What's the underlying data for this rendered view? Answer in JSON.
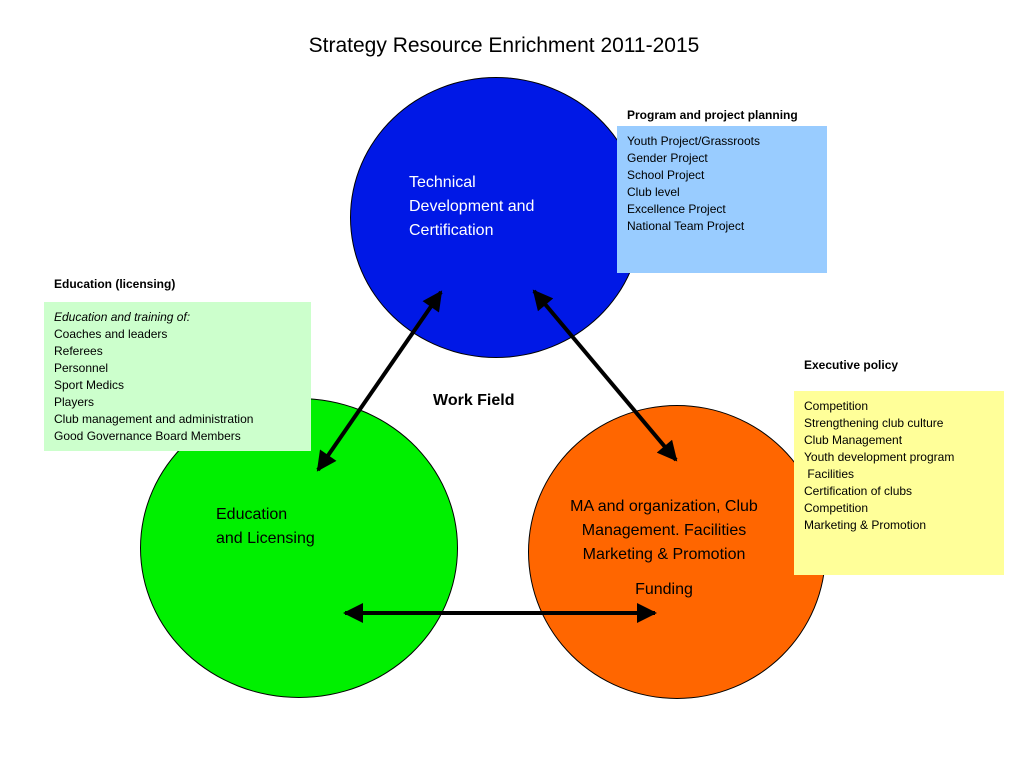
{
  "title": "Strategy Resource Enrichment 2011-2015",
  "center_label": "Work Field",
  "circles": {
    "technical": {
      "label": "Technical\nDevelopment and\nCertification",
      "color": "#0018e6"
    },
    "education": {
      "label": "Education\nand Licensing",
      "color": "#00f000"
    },
    "ma": {
      "label": "MA and organization, Club\nManagement. Facilities\nMarketing & Promotion",
      "sub_label": "Funding",
      "color": "#ff6600"
    }
  },
  "boxes": {
    "program": {
      "heading": "Program and project planning",
      "color": "#99ccff",
      "items": [
        "Youth Project/Grassroots",
        "Gender Project",
        "School Project",
        "Club level",
        "Excellence Project",
        "National Team Project"
      ]
    },
    "education": {
      "heading": "Education (licensing)",
      "color": "#ccffcc",
      "intro": "Education and training of:",
      "items": [
        "Coaches and leaders",
        "Referees",
        "Personnel",
        "Sport Medics",
        "Players",
        "Club management and administration",
        "Good Governance Board Members"
      ]
    },
    "executive": {
      "heading": "Executive policy",
      "color": "#ffff99",
      "items": [
        "Competition",
        "Strengthening club culture",
        "Club Management",
        "Youth development program",
        " Facilities",
        "Certification of clubs",
        "Competition",
        "Marketing & Promotion"
      ]
    }
  }
}
